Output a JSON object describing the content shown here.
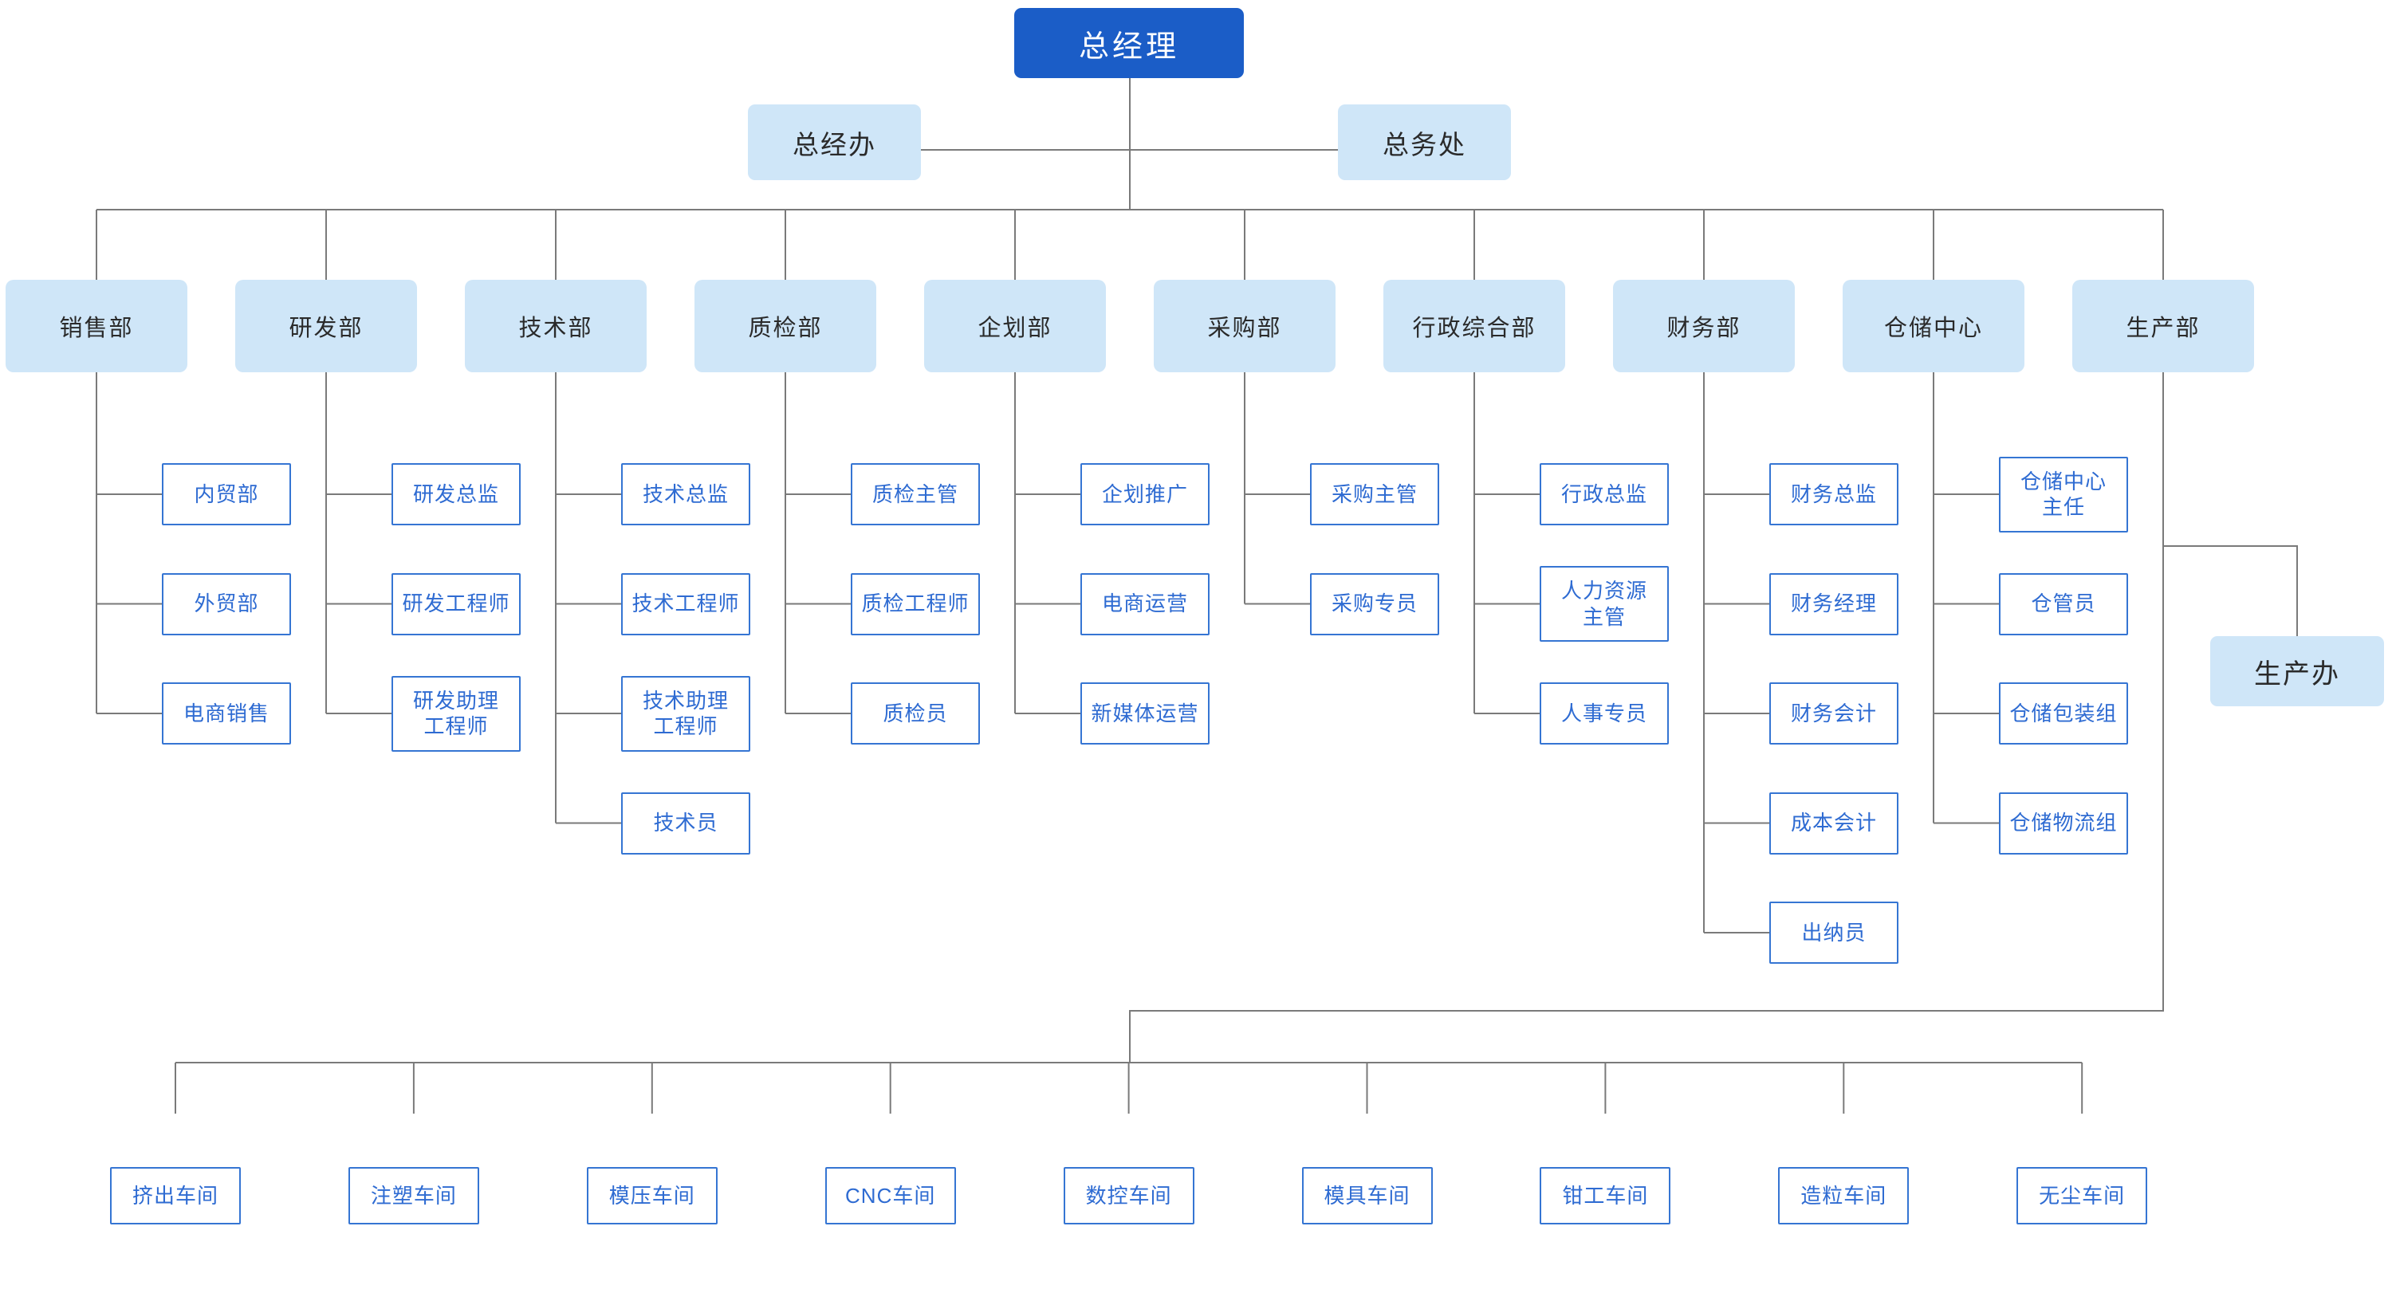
{
  "root": {
    "label": "总经理"
  },
  "staff_offices": [
    {
      "label": "总经办"
    },
    {
      "label": "总务处"
    }
  ],
  "departments": [
    {
      "label": "销售部",
      "children": [
        {
          "label": "内贸部"
        },
        {
          "label": "外贸部"
        },
        {
          "label": "电商销售"
        }
      ]
    },
    {
      "label": "研发部",
      "children": [
        {
          "label": "研发总监"
        },
        {
          "label": "研发工程师"
        },
        {
          "label": "研发助理\n工程师"
        }
      ]
    },
    {
      "label": "技术部",
      "children": [
        {
          "label": "技术总监"
        },
        {
          "label": "技术工程师"
        },
        {
          "label": "技术助理\n工程师"
        },
        {
          "label": "技术员"
        }
      ]
    },
    {
      "label": "质检部",
      "children": [
        {
          "label": "质检主管"
        },
        {
          "label": "质检工程师"
        },
        {
          "label": "质检员"
        }
      ]
    },
    {
      "label": "企划部",
      "children": [
        {
          "label": "企划推广"
        },
        {
          "label": "电商运营"
        },
        {
          "label": "新媒体运营"
        }
      ]
    },
    {
      "label": "采购部",
      "children": [
        {
          "label": "采购主管"
        },
        {
          "label": "采购专员"
        }
      ]
    },
    {
      "label": "行政综合部",
      "children": [
        {
          "label": "行政总监"
        },
        {
          "label": "人力资源\n主管"
        },
        {
          "label": "人事专员"
        }
      ]
    },
    {
      "label": "财务部",
      "children": [
        {
          "label": "财务总监"
        },
        {
          "label": "财务经理"
        },
        {
          "label": "财务会计"
        },
        {
          "label": "成本会计"
        },
        {
          "label": "出纳员"
        }
      ]
    },
    {
      "label": "仓储中心",
      "children": [
        {
          "label": "仓储中心\n主任"
        },
        {
          "label": "仓管员"
        },
        {
          "label": "仓储包装组"
        },
        {
          "label": "仓储物流组"
        }
      ]
    },
    {
      "label": "生产部",
      "children": []
    }
  ],
  "production_office": {
    "label": "生产办"
  },
  "workshops": [
    {
      "label": "挤出车间"
    },
    {
      "label": "注塑车间"
    },
    {
      "label": "模压车间"
    },
    {
      "label": "CNC车间"
    },
    {
      "label": "数控车间"
    },
    {
      "label": "模具车间"
    },
    {
      "label": "钳工车间"
    },
    {
      "label": "造粒车间"
    },
    {
      "label": "无尘车间"
    }
  ],
  "colors": {
    "primary": "#1B5DC7",
    "light_node": "#CFE6F8",
    "node_border": "#3575D3",
    "node_text": "#2E6BD2",
    "connector": "#7A7A7A",
    "text_dark": "#2A2A2A"
  }
}
